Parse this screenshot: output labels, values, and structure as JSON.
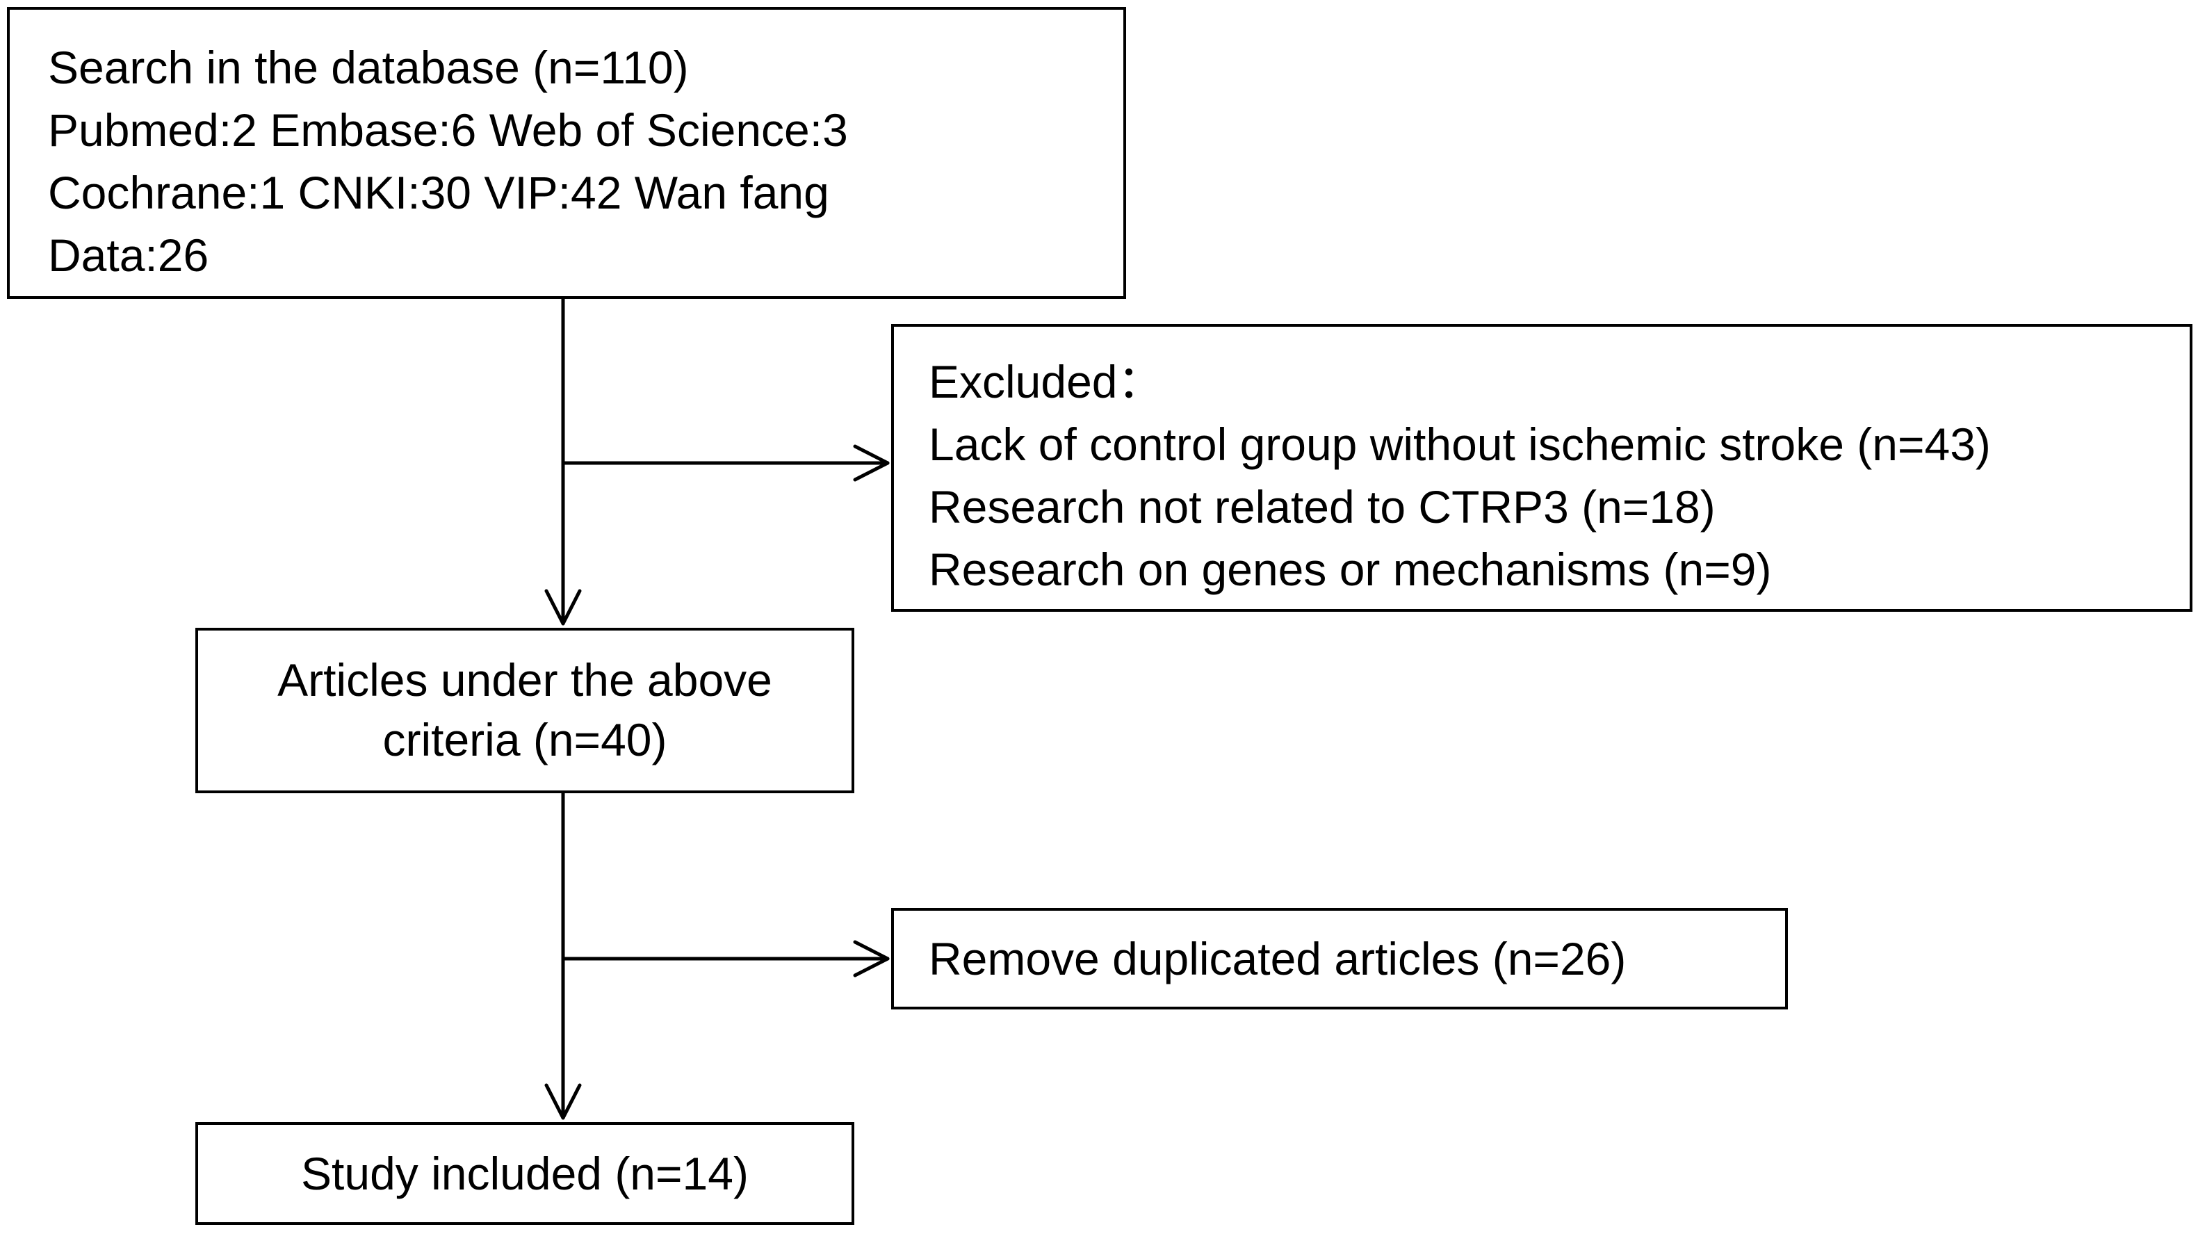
{
  "search_box": {
    "lines": [
      "Search in the database (n=110)",
      "Pubmed:2  Embase:6  Web of Science:3",
      "Cochrane:1  CNKI:30  VIP:42  Wan fang",
      "Data:26"
    ]
  },
  "excluded_box": {
    "lines": [
      "Excluded：",
      "Lack of control group without ischemic stroke (n=43)",
      "Research not related to CTRP3 (n=18)",
      "Research on genes or mechanisms (n=9)"
    ]
  },
  "articles_box": {
    "lines": [
      "Articles under the above",
      "criteria (n=40)"
    ]
  },
  "remove_box": {
    "lines": [
      "Remove duplicated articles (n=26)"
    ]
  },
  "included_box": {
    "lines": [
      "Study included (n=14)"
    ]
  },
  "colors": {
    "stroke": "#000000",
    "background": "#ffffff"
  }
}
